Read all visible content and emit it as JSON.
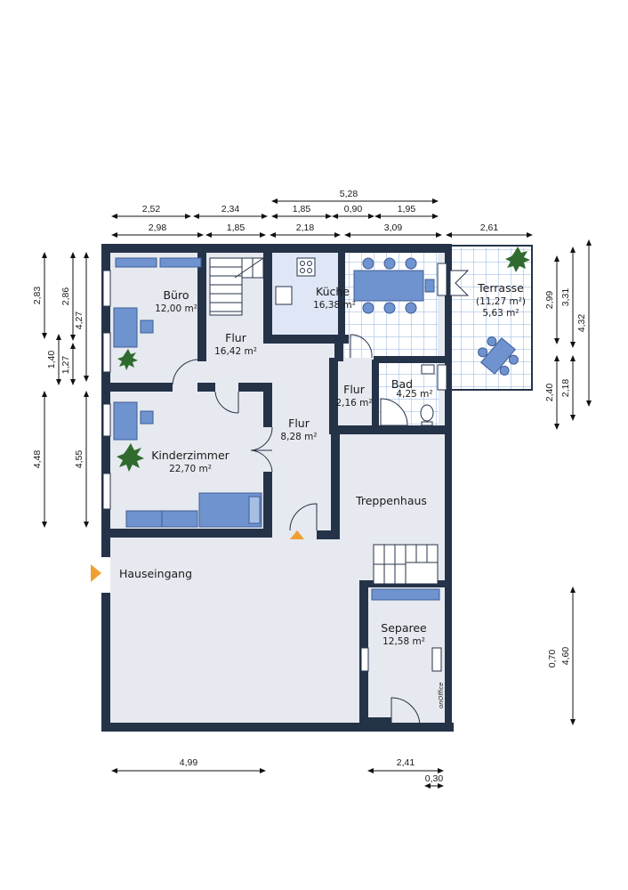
{
  "rooms": {
    "buero": {
      "name": "Büro",
      "area": "12,00 m²"
    },
    "flur_upper": {
      "name": "Flur",
      "area": "16,42 m²"
    },
    "kueche": {
      "name": "Küche",
      "area": "16,38 m²"
    },
    "terrasse": {
      "name": "Terrasse",
      "area_total": "(11,27 m²)",
      "area": "5,63 m²"
    },
    "bad": {
      "name": "Bad",
      "area": "4,25 m²"
    },
    "flur_small": {
      "name": "Flur",
      "area": "2,16 m²"
    },
    "flur_mid": {
      "name": "Flur",
      "area": "8,28 m²"
    },
    "kinderzimmer": {
      "name": "Kinderzimmer",
      "area": "22,70 m²"
    },
    "treppenhaus": {
      "name": "Treppenhaus"
    },
    "hauseingang": {
      "name": "Hauseingang"
    },
    "separee": {
      "name": "Separee",
      "area": "12,58 m²"
    }
  },
  "dimensions": {
    "top": {
      "row1": [
        "5,28"
      ],
      "row2": [
        "2,52",
        "2,34",
        "1,85",
        "0,90",
        "1,95"
      ],
      "row3": [
        "2,98",
        "1,85",
        "2,18",
        "3,09",
        "2,61"
      ]
    },
    "left": [
      "2,83",
      "2,86",
      "4,27",
      "1,40",
      "1,27",
      "4,48",
      "4,55"
    ],
    "right": [
      "2,99",
      "3,31",
      "4,32",
      "2,40",
      "2,18",
      "0,70",
      "4,60"
    ],
    "bottom": [
      "4,99",
      "2,41",
      "0,30"
    ]
  },
  "watermark": "onOffice",
  "colors": {
    "wall": "#253349",
    "floor": "#e6e9ef",
    "furniture": "#6f93cf",
    "tile_line": "#8fb0dc",
    "entrance_marker": "#f0a030"
  }
}
